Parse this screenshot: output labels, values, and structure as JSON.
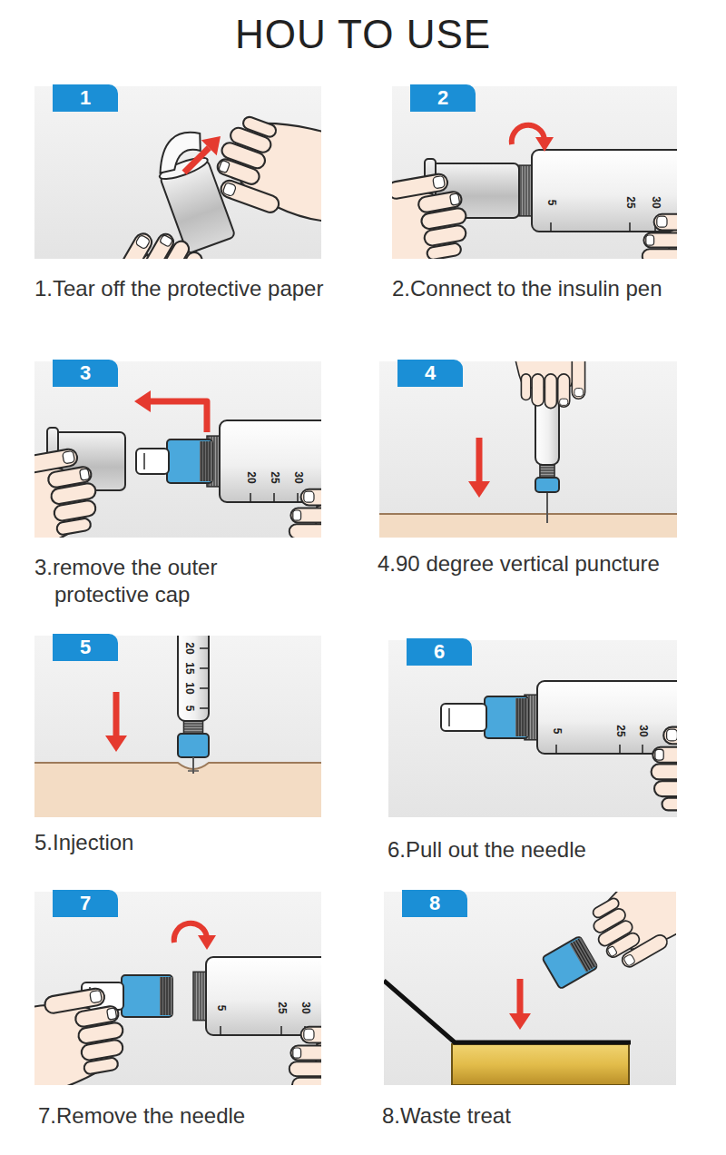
{
  "diagram": {
    "title": "HOU TO USE",
    "nodes": [
      {
        "text": [
          "1.Tear off the protective paper"
        ]
      },
      {
        "text": [
          "1"
        ],
        "in": 0
      },
      {
        "text": [
          "2.Connect to the insulin pen"
        ]
      },
      {
        "text": [
          "2"
        ],
        "in": 2
      },
      {
        "text": [
          "3.remove the outer protective cap"
        ]
      },
      {
        "text": [
          "3"
        ],
        "in": 4
      },
      {
        "text": [
          "4.90 degree vertical puncture"
        ]
      },
      {
        "text": [
          "4"
        ],
        "in": 6
      },
      {
        "text": [
          "5.Injection"
        ]
      },
      {
        "text": [
          "5"
        ],
        "in": 8
      },
      {
        "text": [
          "6.Pull out the needle"
        ]
      },
      {
        "text": [
          "6"
        ],
        "in": 10
      },
      {
        "text": [
          "7.Remove the needle"
        ]
      },
      {
        "text": [
          "7"
        ],
        "in": 12
      },
      {
        "text": [
          "8.Waste treat"
        ]
      },
      {
        "text": [
          "8"
        ],
        "in": 14
      }
    ],
    "labels": [
      "5",
      "25",
      "30",
      "20",
      "25",
      "30",
      "20",
      "15",
      "10",
      "5",
      "5",
      "25",
      "30",
      "5",
      "25",
      "30"
    ]
  }
}
